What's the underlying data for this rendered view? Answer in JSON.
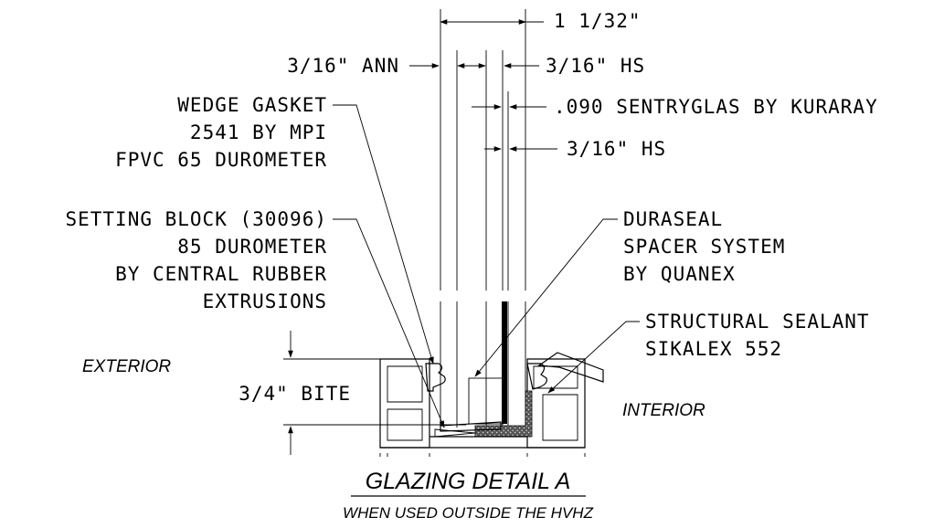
{
  "labels": {
    "overall_thickness": "1 1/32\"",
    "outer_lite": "3/16\" ANN",
    "middle_lite": "3/16\" HS",
    "interlayer": ".090 SENTRYGLAS BY KURARAY",
    "inner_lite": "3/16\" HS",
    "gasket_1": "WEDGE GASKET",
    "gasket_2": "2541 BY MPI",
    "gasket_3": "FPVC 65 DUROMETER",
    "block_1": "SETTING BLOCK (30096)",
    "block_2": "85 DUROMETER",
    "block_3": "BY CENTRAL RUBBER",
    "block_4": "EXTRUSIONS",
    "spacer_1": "DURASEAL",
    "spacer_2": "SPACER SYSTEM",
    "spacer_3": "BY QUANEX",
    "sealant_1": "STRUCTURAL SEALANT",
    "sealant_2": "SIKALEX 552",
    "exterior": "EXTERIOR",
    "interior": "INTERIOR",
    "bite": "3/4\" BITE"
  },
  "title": {
    "main": "GLAZING DETAIL A",
    "sub": "WHEN USED OUTSIDE THE HVHZ"
  }
}
